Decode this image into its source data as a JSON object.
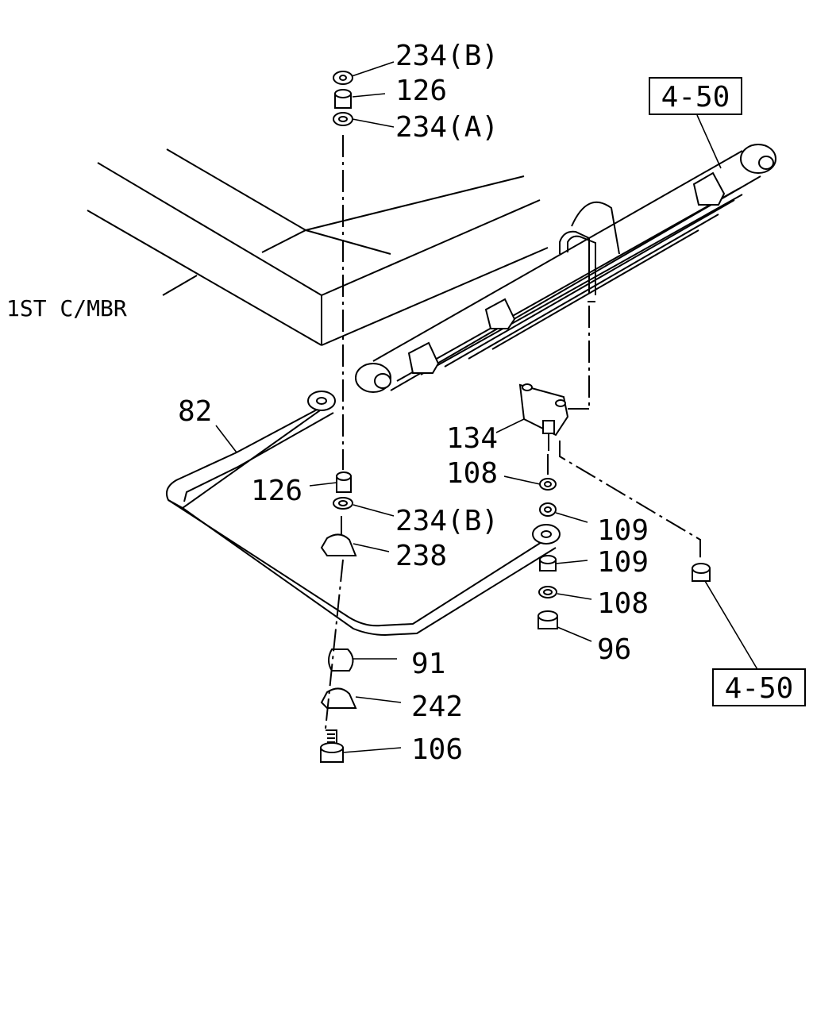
{
  "reference_boxes": [
    {
      "text": "4-50"
    },
    {
      "text": "4-50"
    }
  ],
  "member_label": "1ST C/MBR",
  "callouts": {
    "c_234b_top": "234(B)",
    "c_126_top": "126",
    "c_234a_top": "234(A)",
    "c_82": "82",
    "c_126_mid": "126",
    "c_234b_mid": "234(B)",
    "c_238": "238",
    "c_134": "134",
    "c_108_a": "108",
    "c_109_a": "109",
    "c_109_b": "109",
    "c_108_b": "108",
    "c_96": "96",
    "c_91": "91",
    "c_242": "242",
    "c_106": "106"
  }
}
